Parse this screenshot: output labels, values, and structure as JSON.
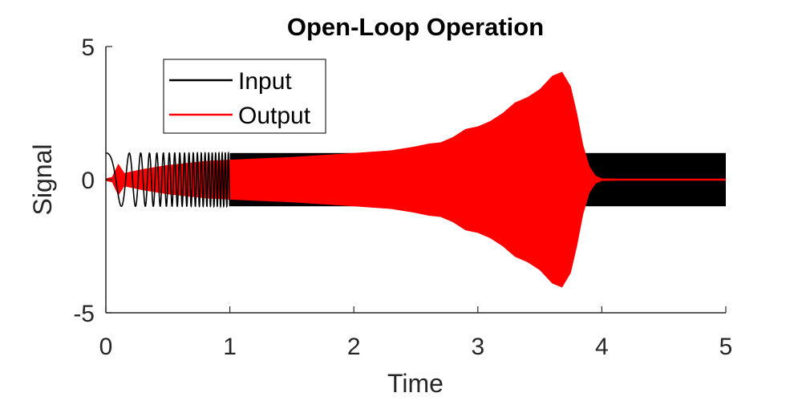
{
  "chart_data": {
    "type": "line",
    "title": "Open-Loop Operation",
    "xlabel": "Time",
    "ylabel": "Signal",
    "xlim": [
      0,
      5
    ],
    "ylim": [
      -5,
      5
    ],
    "xticks": [
      "0",
      "1",
      "2",
      "3",
      "4",
      "5"
    ],
    "yticks": [
      "-5",
      "0",
      "5"
    ],
    "grid": false,
    "legend_placement": "top-left",
    "series": [
      {
        "name": "Input",
        "color": "#000000",
        "description_values": {
          "kind": "chirp",
          "amplitude": 1,
          "start_time": 0,
          "end_time": 5
        }
      },
      {
        "name": "Output",
        "color": "#ff0000",
        "envelope": {
          "x": [
            0.0,
            0.05,
            0.1,
            0.15,
            0.2,
            0.3,
            0.5,
            0.8,
            1.0,
            1.5,
            2.0,
            2.3,
            2.5,
            2.6,
            2.7,
            2.8,
            2.9,
            3.0,
            3.1,
            3.2,
            3.3,
            3.4,
            3.5,
            3.6,
            3.68,
            3.75,
            3.8,
            3.85,
            3.9,
            3.95,
            4.0,
            4.2,
            5.0
          ],
          "y": [
            0.05,
            0.1,
            0.6,
            0.25,
            0.3,
            0.4,
            0.55,
            0.7,
            0.75,
            0.85,
            1.0,
            1.1,
            1.25,
            1.35,
            1.4,
            1.6,
            1.9,
            2.0,
            2.2,
            2.5,
            2.9,
            3.1,
            3.4,
            3.9,
            4.05,
            3.5,
            2.5,
            1.3,
            0.5,
            0.15,
            0.05,
            0.02,
            0.02
          ]
        }
      }
    ]
  }
}
